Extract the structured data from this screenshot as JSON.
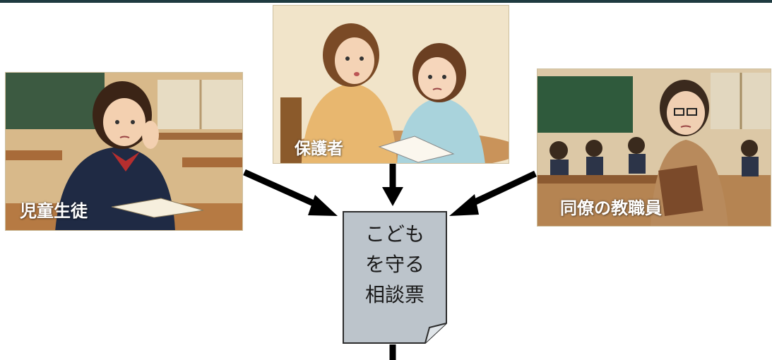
{
  "panels": {
    "parent": {
      "label": "保護者"
    },
    "student": {
      "label": "児童生徒"
    },
    "colleague": {
      "label": "同僚の教職員"
    }
  },
  "form": {
    "lines": [
      "こども",
      "を守る",
      "相談票"
    ]
  },
  "colors": {
    "arrow": "#000000",
    "form_fill": "#bcc4cb",
    "form_border": "#2c2c2c",
    "topbar": "#1e3a40"
  }
}
